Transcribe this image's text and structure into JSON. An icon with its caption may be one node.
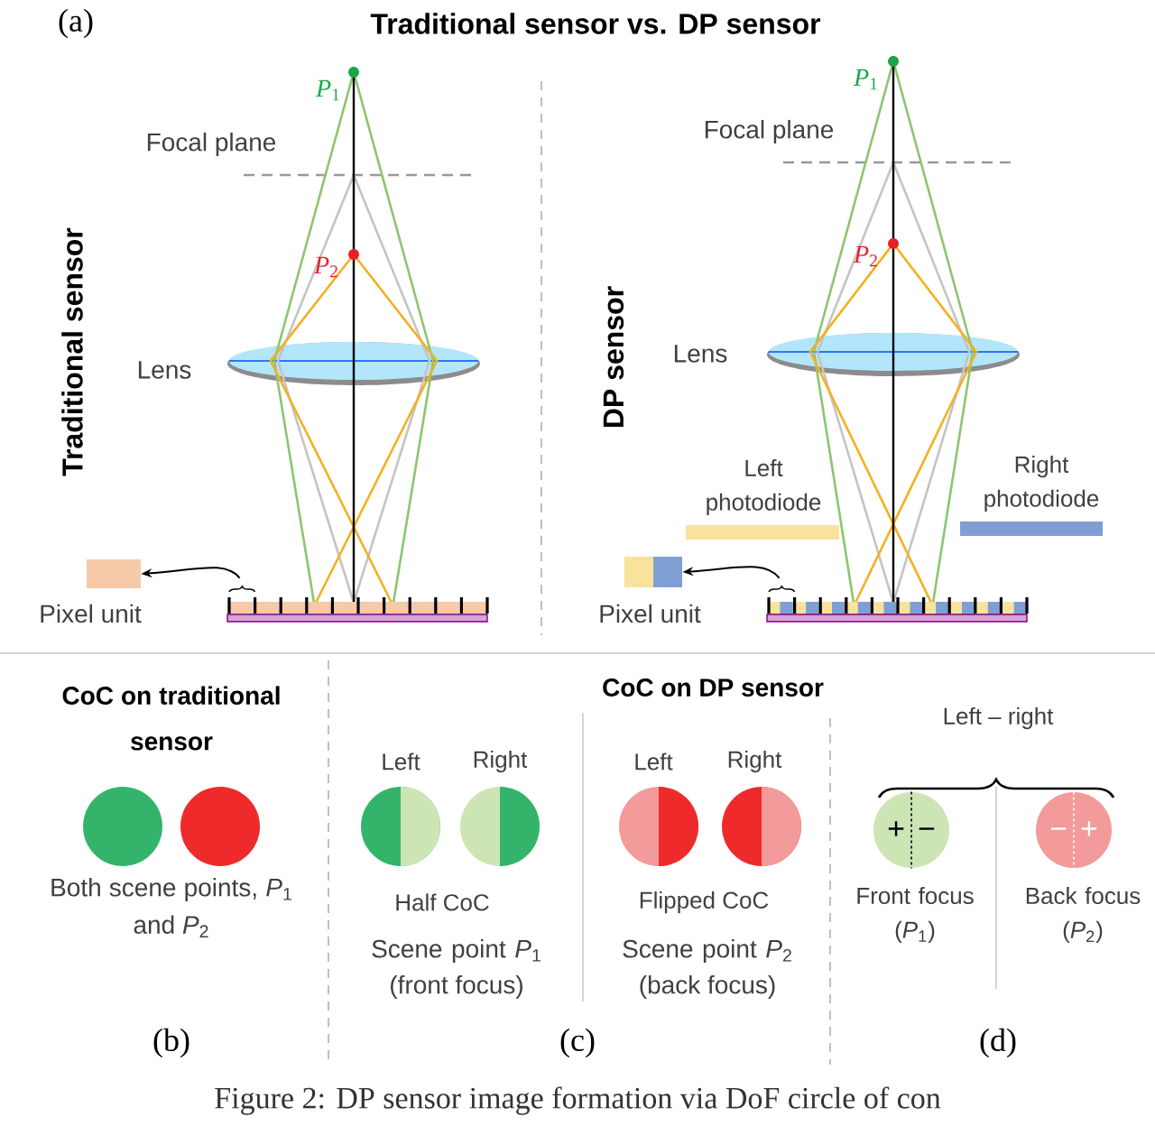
{
  "diagram": {
    "title": "Traditional sensor vs. DP sensor",
    "caption": "Figure 2: DP sensor image formation via DoF circle of con",
    "nodes": [
      {
        "text": [],
        "shape": "box",
        "beside": [
          "Pixel unit"
        ]
      },
      {
        "text": [],
        "shape": "bar"
      },
      {
        "text": [],
        "shape": "box",
        "beside": [
          "Pixel unit"
        ]
      },
      {
        "text": [],
        "shape": "bar"
      },
      {
        "text": [],
        "shape": "circle"
      },
      {
        "text": [],
        "shape": "circle"
      },
      {
        "text": [],
        "shape": "circle"
      },
      {
        "text": [],
        "shape": "circle"
      },
      {
        "text": [],
        "shape": "circle"
      },
      {
        "text": [],
        "shape": "circle"
      },
      {
        "text": [
          "+",
          "−"
        ],
        "beside": [
          "Front focus (*P*$_{1}$)"
        ]
      },
      {
        "text": [
          "−",
          "+"
        ],
        "beside": [
          "Back focus (*P*$_{2}$)"
        ]
      }
    ],
    "edges": [
      {
        "from": 1,
        "to": 0,
        "arrow": "to"
      },
      {
        "from": 3,
        "to": 2,
        "arrow": "to"
      }
    ],
    "labels": [
      "(a)",
      "Traditional sensor",
      "*P*$_{1}$",
      "Focal plane",
      "*P*$_{2}$",
      "Lens",
      "DP sensor",
      "*P*$_{1}$",
      "Focal plane",
      "*P*$_{2}$",
      "Lens",
      "CoC on traditional sensor",
      "CoC on DP sensor",
      "Left",
      "Right",
      "Left",
      "Right",
      "Left – right",
      "Both scene points, *P*$_{1}$ and *P*$_{2}$",
      "Half CoC",
      "Flipped CoC",
      "Scene point *P*$_{1}$ (front focus)",
      "Scene point *P*$_{2}$ (back focus)",
      "(b)",
      "(c)",
      "(d)"
    ],
    "legend": [
      {
        "text": "Left photodiode",
        "color": "#f9e29c"
      },
      {
        "text": "Right photodiode",
        "color": "#7f9fd4"
      }
    ]
  }
}
